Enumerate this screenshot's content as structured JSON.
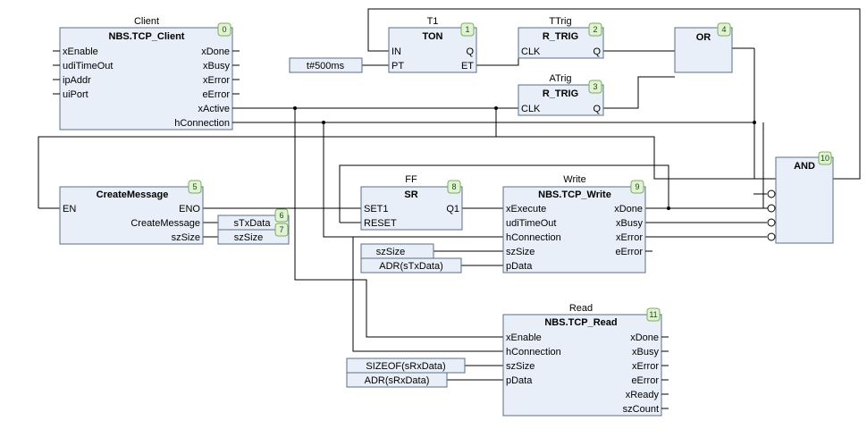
{
  "blocks": [
    {
      "instance": "Client",
      "type": "NBS.TCP_Client",
      "number": "0",
      "inputs": [
        "xEnable",
        "udiTimeOut",
        "ipAddr",
        "uiPort"
      ],
      "outputs": [
        "xDone",
        "xBusy",
        "xError",
        "eError",
        "xActive",
        "hConnection"
      ]
    },
    {
      "instance": "T1",
      "type": "TON",
      "number": "1",
      "inputs": [
        "IN",
        "PT"
      ],
      "outputs": [
        "Q",
        "ET"
      ]
    },
    {
      "instance": "TTrig",
      "type": "R_TRIG",
      "number": "2",
      "inputs": [
        "CLK"
      ],
      "outputs": [
        "Q"
      ]
    },
    {
      "instance": "ATrig",
      "type": "R_TRIG",
      "number": "3",
      "inputs": [
        "CLK"
      ],
      "outputs": [
        "Q"
      ]
    },
    {
      "instance": "",
      "type": "OR",
      "number": "4",
      "inputs": [],
      "outputs": []
    },
    {
      "instance": "",
      "type": "CreateMessage",
      "number": "5",
      "inputs": [
        "EN"
      ],
      "outputs": [
        "ENO",
        "CreateMessage",
        "szSize"
      ]
    },
    {
      "instance": "FF",
      "type": "SR",
      "number": "8",
      "inputs": [
        "SET1",
        "RESET"
      ],
      "outputs": [
        "Q1"
      ]
    },
    {
      "instance": "Write",
      "type": "NBS.TCP_Write",
      "number": "9",
      "inputs": [
        "xExecute",
        "udiTimeOut",
        "hConnection",
        "szSize",
        "pData"
      ],
      "outputs": [
        "xDone",
        "xBusy",
        "xError",
        "eError"
      ]
    },
    {
      "instance": "",
      "type": "AND",
      "number": "10",
      "inputs": [],
      "outputs": []
    },
    {
      "instance": "Read",
      "type": "NBS.TCP_Read",
      "number": "11",
      "inputs": [
        "xEnable",
        "hConnection",
        "szSize",
        "pData"
      ],
      "outputs": [
        "xDone",
        "xBusy",
        "xError",
        "eError",
        "xReady",
        "szCount"
      ]
    }
  ],
  "literals": [
    {
      "text": "t#500ms"
    },
    {
      "text": "sTxData",
      "number": "6"
    },
    {
      "text": "szSize",
      "number": "7"
    },
    {
      "text": "szSize"
    },
    {
      "text": "ADR(sTxData)"
    },
    {
      "text": "SIZEOF(sRxData)"
    },
    {
      "text": "ADR(sRxData)"
    }
  ]
}
